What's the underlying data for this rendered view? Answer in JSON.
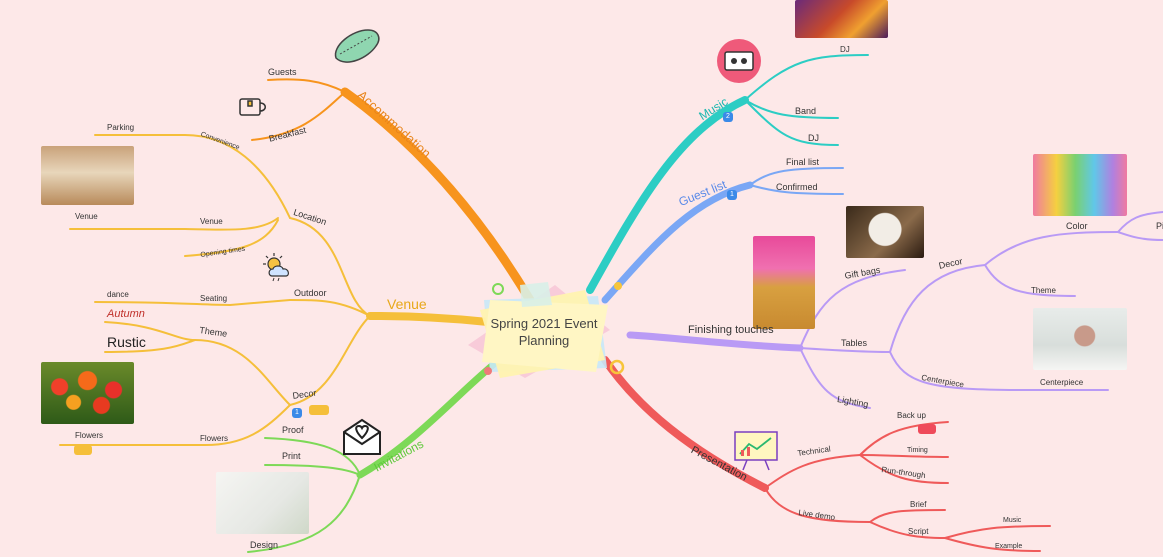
{
  "center": {
    "line1": "Spring 2021 Event",
    "line2": "Planning"
  },
  "colors": {
    "background": "#fde8e8",
    "orange": "#f7941d",
    "yellow": "#f5bf3a",
    "green": "#7dd957",
    "teal": "#2ccdc4",
    "blue": "#7aa7f5",
    "purple": "#b99af5",
    "red": "#ef5a5a"
  },
  "accommodation": {
    "label": "Accommodation",
    "guests": "Guests",
    "breakfast": "Breakfast"
  },
  "venue": {
    "label": "Venue",
    "location": "Location",
    "convenience": "Convenience",
    "parking": "Parking",
    "venue_sub": "Venue",
    "venue_leaf": "Venue",
    "opening_times": "Opening times",
    "outdoor": "Outdoor",
    "seating": "Seating",
    "dance": "dance",
    "decor": "Decor",
    "theme": "Theme",
    "autumn": "Autumn",
    "rustic": "Rustic",
    "flowers_sub": "Flowers",
    "flowers_leaf": "Flowers",
    "badge_count": "1"
  },
  "invitations": {
    "label": "Invitations",
    "proof": "Proof",
    "print": "Print",
    "design": "Design"
  },
  "music": {
    "label": "Music",
    "dj1": "DJ",
    "band": "Band",
    "dj2": "DJ",
    "badge_count": "2"
  },
  "guest_list": {
    "label": "Guest list",
    "final_list": "Final list",
    "confirmed": "Confirmed",
    "badge_count": "1"
  },
  "finishing": {
    "label": "Finishing touches",
    "gift_bags": "Gift bags",
    "tables": "Tables",
    "decor": "Decor",
    "color": "Color",
    "color_leaf": "Pi",
    "theme": "Theme",
    "centerpiece": "Centerpiece",
    "centerpiece_leaf": "Centerpiece",
    "lighting": "Lighting"
  },
  "presentation": {
    "label": "Presentation",
    "technical": "Technical",
    "back_up": "Back up",
    "timing": "Timing",
    "run_through": "Run-through",
    "live_demo": "Live demo",
    "brief": "Brief",
    "script": "Script",
    "music": "Music",
    "example": "Example"
  },
  "icons": [
    "sleep-mask-icon",
    "coffee-cup-icon",
    "sun-cloud-icon",
    "envelope-heart-icon",
    "cassette-icon",
    "chart-board-icon",
    "note-badge-icon",
    "task-badge-icon"
  ]
}
